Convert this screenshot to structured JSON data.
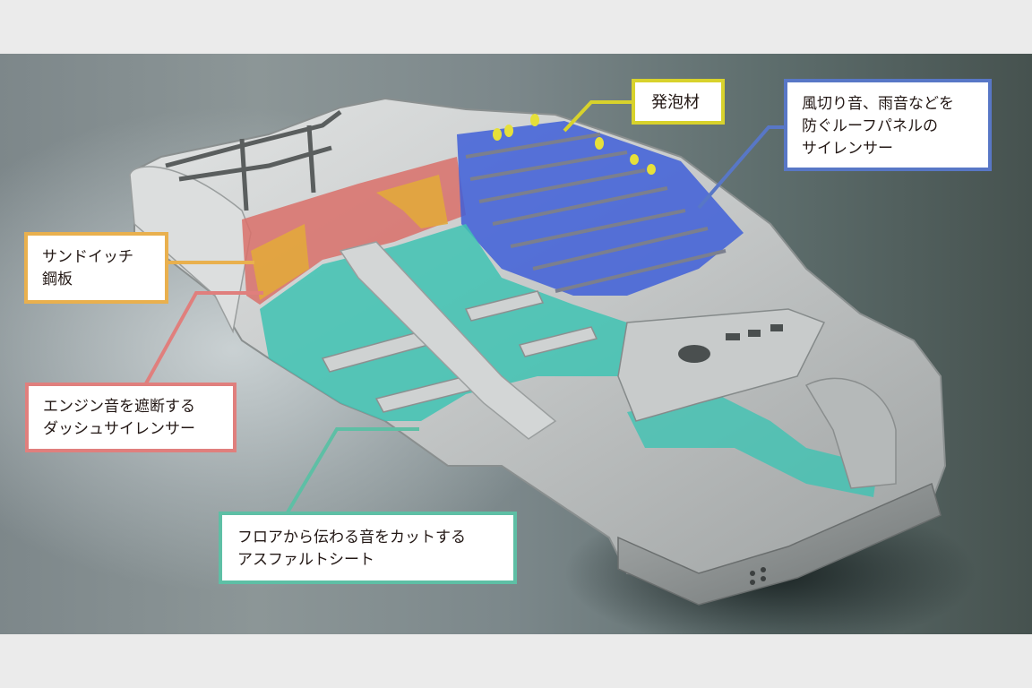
{
  "figure": {
    "subject": "car-body-in-white-sound-insulation",
    "background_color": "#ebebeb"
  },
  "callouts": [
    {
      "id": "foam",
      "text": "発泡材",
      "border_color": "#d8d22c"
    },
    {
      "id": "roof",
      "text": "風切り音、雨音などを\n防ぐルーフパネルの\nサイレンサー",
      "border_color": "#5877c6"
    },
    {
      "id": "sandwich",
      "text": "サンドイッチ\n鋼板",
      "border_color": "#e9b04e"
    },
    {
      "id": "dash",
      "text": "エンジン音を遮断する\nダッシュサイレンサー",
      "border_color": "#e07f7d"
    },
    {
      "id": "floor",
      "text": "フロアから伝わる音をカットする\nアスファルトシート",
      "border_color": "#5ebfa5"
    }
  ],
  "highlight_colors": {
    "roof_silencer": "#3f5fd8",
    "foam": "#e6e03a",
    "sandwich_steel": "#e2a83c",
    "dash_silencer": "#d9706a",
    "asphalt_sheet": "#3fc3b3",
    "steel_body": "#c9cccc"
  }
}
